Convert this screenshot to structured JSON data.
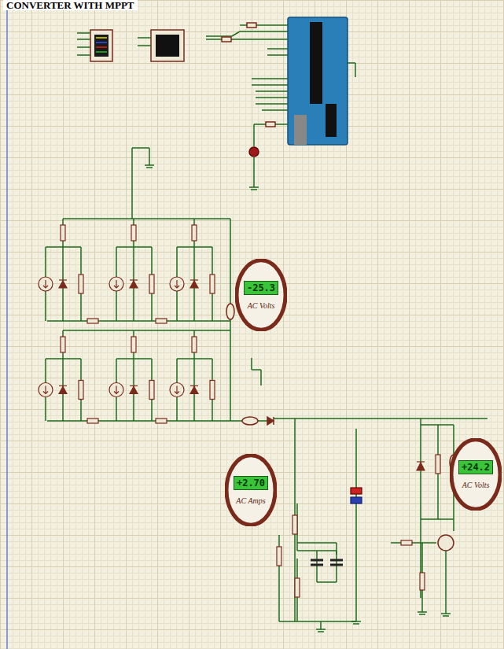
{
  "diagram": {
    "title": "CONVERTER WITH MPPT",
    "nodes": [
      {
        "text": [
          "-25.3",
          "AC Volts"
        ]
      },
      {
        "text": [
          "+2.70",
          "AC Amps"
        ]
      },
      {
        "text": [
          "+24.2",
          "AC Volts"
        ]
      }
    ]
  }
}
